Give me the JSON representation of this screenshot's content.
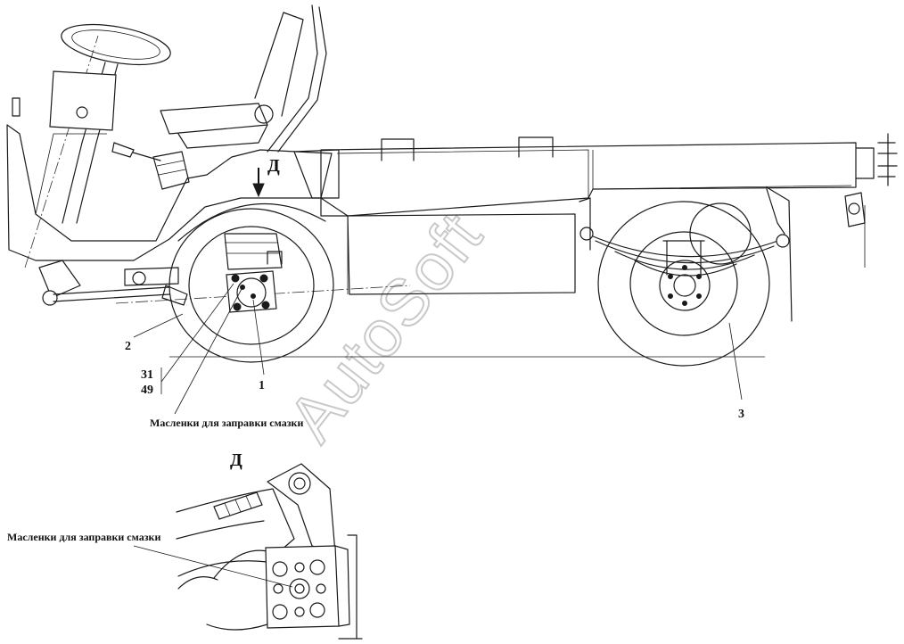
{
  "labels": {
    "part1": "1",
    "part2": "2",
    "part3": "3",
    "part31": "31",
    "part49": "49",
    "lubricators_top": "Масленки для заправки смазки",
    "lubricators_bottom": "Масленки для заправки смазки"
  },
  "view": {
    "arrow_label": "Д",
    "detail_title": "Д"
  },
  "watermark": "AutoSoft",
  "colors": {
    "ink": "#1a1a1a",
    "background": "#ffffff",
    "watermark_outline": "#c9c9c9"
  }
}
